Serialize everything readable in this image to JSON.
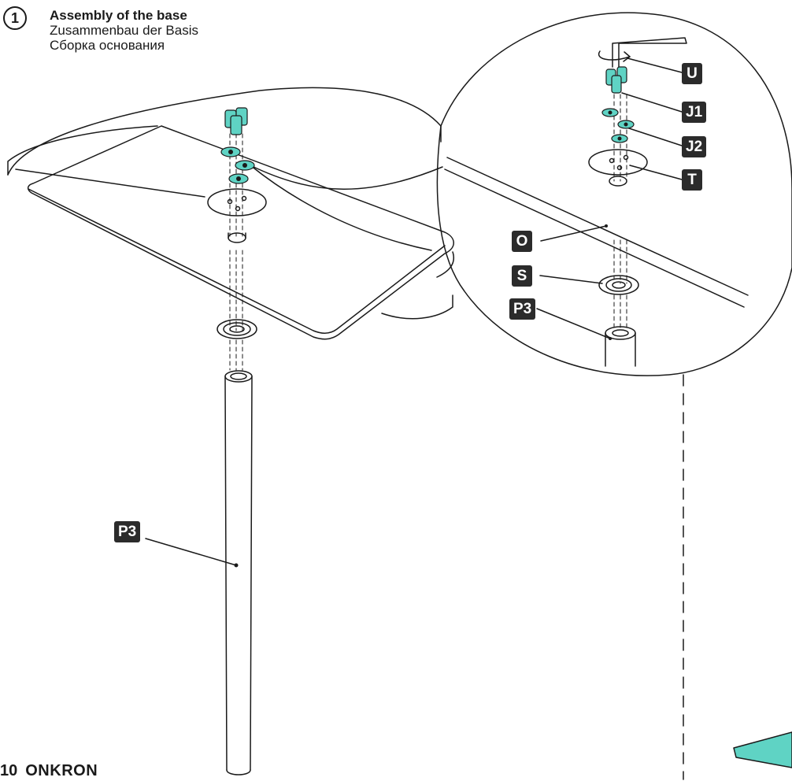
{
  "step": {
    "number": "1",
    "title_en": "Assembly of the base",
    "title_de": "Zusammenbau der Basis",
    "title_ru": "Сборка основания"
  },
  "labels": {
    "u": "U",
    "j1": "J1",
    "j2": "J2",
    "t": "T",
    "o": "O",
    "s": "S",
    "p3_detail": "P3",
    "p3_main": "P3"
  },
  "footer": {
    "page_number": "10",
    "brand": "ONKRON"
  },
  "colors": {
    "accent_teal": "#5fd3c4",
    "label_bg": "#2b2b2b",
    "line": "#1a1a1a"
  }
}
